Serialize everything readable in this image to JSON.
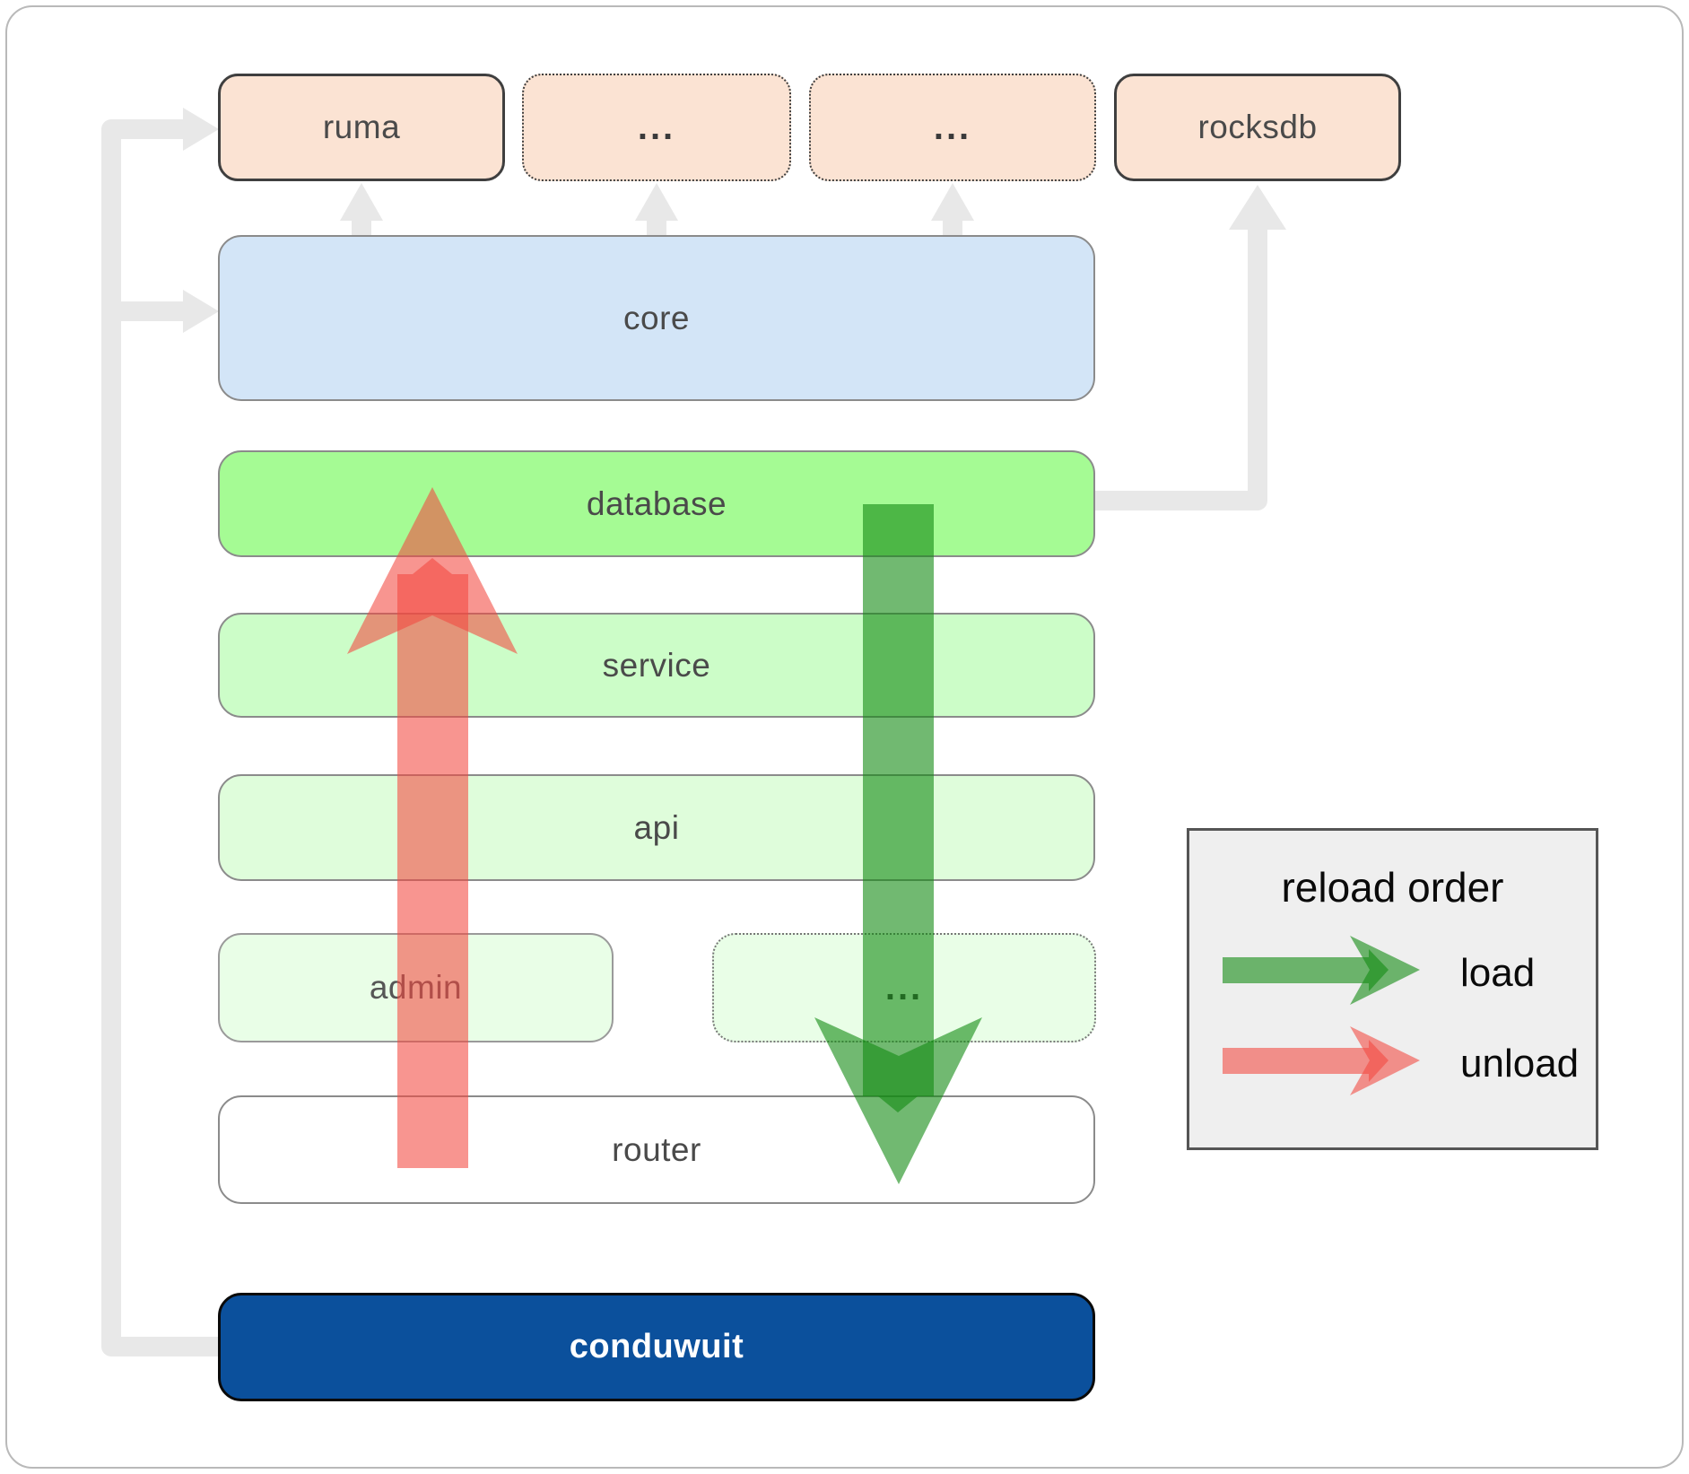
{
  "diagram": {
    "top_row": [
      {
        "id": "ruma",
        "label": "ruma",
        "border": "solid"
      },
      {
        "id": "ellipsis-1",
        "label": "...",
        "border": "dotted"
      },
      {
        "id": "ellipsis-2",
        "label": "...",
        "border": "dotted"
      },
      {
        "id": "rocksdb",
        "label": "rocksdb",
        "border": "solid"
      }
    ],
    "layers": [
      {
        "id": "core",
        "label": "core"
      },
      {
        "id": "database",
        "label": "database"
      },
      {
        "id": "service",
        "label": "service"
      },
      {
        "id": "api",
        "label": "api"
      },
      {
        "id": "admin",
        "label": "admin"
      },
      {
        "id": "ellipsis-3",
        "label": "..."
      },
      {
        "id": "router",
        "label": "router"
      },
      {
        "id": "conduwuit",
        "label": "conduwuit"
      }
    ],
    "legend": {
      "title": "reload order",
      "items": [
        {
          "label": "load",
          "color": "#128a12"
        },
        {
          "label": "unload",
          "color": "#f3493f"
        }
      ]
    },
    "colors": {
      "peach_box": "#fbe3d3",
      "core_blue": "#d3e5f7",
      "database_green": "#a5fb94",
      "service_green": "#ccfdc8",
      "api_green": "#dffddb",
      "admin_green": "#e9fee7",
      "conduwuit_blue": "#0b509c",
      "connector_gray": "#e8e8e8",
      "load_green": "#128a12",
      "unload_red": "#f3493f"
    }
  }
}
